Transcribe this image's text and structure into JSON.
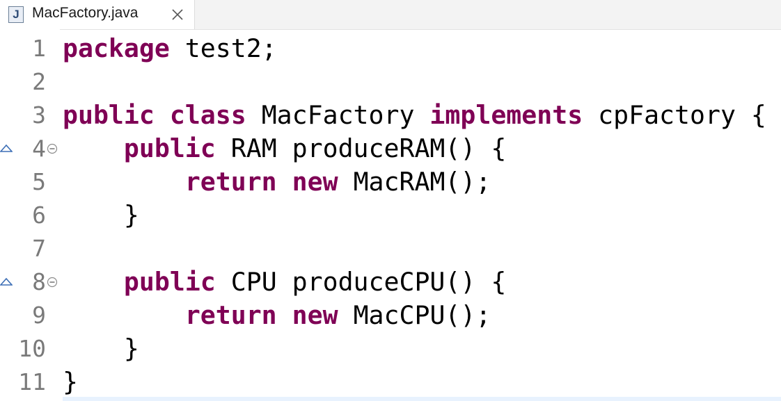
{
  "tab": {
    "title": "MacFactory.java",
    "icon_letter": "J",
    "icon": "java-file-icon",
    "close_icon": "close-icon"
  },
  "colors": {
    "keyword": "#7f0055",
    "text": "#000000",
    "line_number": "#7a7a7a"
  },
  "editor": {
    "line_numbers": [
      "1",
      "2",
      "3",
      "4",
      "5",
      "6",
      "7",
      "8",
      "9",
      "10",
      "11"
    ],
    "override_marker_lines": [
      "4",
      "8"
    ],
    "fold_marker_lines": [
      "4",
      "8"
    ],
    "lines": [
      [
        {
          "t": "package",
          "k": true
        },
        {
          "t": " test2;"
        }
      ],
      [],
      [
        {
          "t": "public",
          "k": true
        },
        {
          "t": " "
        },
        {
          "t": "class",
          "k": true
        },
        {
          "t": " MacFactory "
        },
        {
          "t": "implements",
          "k": true
        },
        {
          "t": " cpFactory {"
        }
      ],
      [
        {
          "t": "    "
        },
        {
          "t": "public",
          "k": true
        },
        {
          "t": " RAM produceRAM() {"
        }
      ],
      [
        {
          "t": "        "
        },
        {
          "t": "return",
          "k": true
        },
        {
          "t": " "
        },
        {
          "t": "new",
          "k": true
        },
        {
          "t": " MacRAM();"
        }
      ],
      [
        {
          "t": "    }"
        }
      ],
      [],
      [
        {
          "t": "    "
        },
        {
          "t": "public",
          "k": true
        },
        {
          "t": " CPU produceCPU() {"
        }
      ],
      [
        {
          "t": "        "
        },
        {
          "t": "return",
          "k": true
        },
        {
          "t": " "
        },
        {
          "t": "new",
          "k": true
        },
        {
          "t": " MacCPU();"
        }
      ],
      [
        {
          "t": "    }"
        }
      ],
      [
        {
          "t": "}"
        }
      ]
    ]
  }
}
